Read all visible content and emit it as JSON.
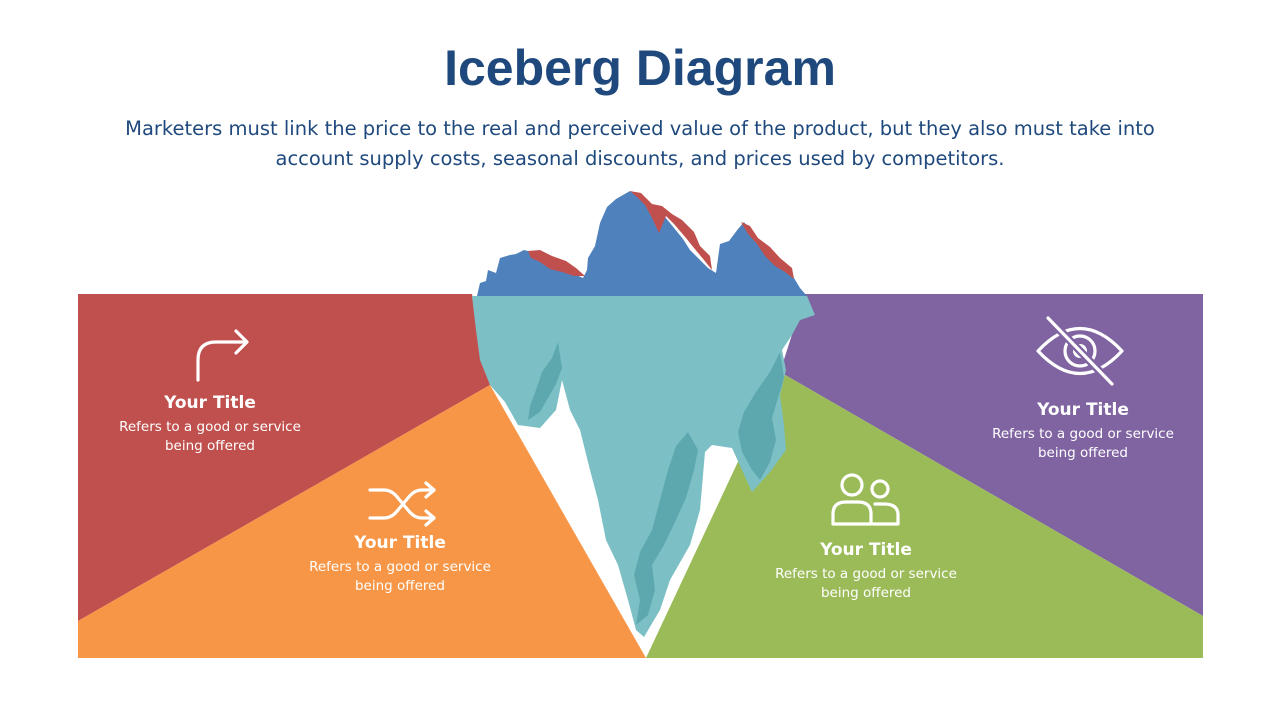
{
  "header": {
    "title": "Iceberg Diagram",
    "subtitle": "Marketers must link the price to the real and perceived value of the product, but they also must take into account supply costs, seasonal discounts, and prices used by competitors."
  },
  "colors": {
    "title": "#1f497d",
    "red": "#c0504d",
    "orange": "#f79646",
    "green": "#9bbb59",
    "purple": "#8064a2",
    "ice_top": "#4f81bd",
    "ice_top_accent": "#c0504d",
    "ice_under": "#7cc0c5",
    "ice_under_shade": "#5ca8ae"
  },
  "panels": [
    {
      "id": "red",
      "icon": "turn-right-arrow-icon",
      "title": "Your Title",
      "description": "Refers to a good or service being offered"
    },
    {
      "id": "orange",
      "icon": "shuffle-icon",
      "title": "Your Title",
      "description": "Refers to a good or service being offered"
    },
    {
      "id": "green",
      "icon": "users-icon",
      "title": "Your Title",
      "description": "Refers to a good or service being offered"
    },
    {
      "id": "purple",
      "icon": "eye-slash-icon",
      "title": "Your Title",
      "description": "Refers to a good or service being offered"
    }
  ]
}
